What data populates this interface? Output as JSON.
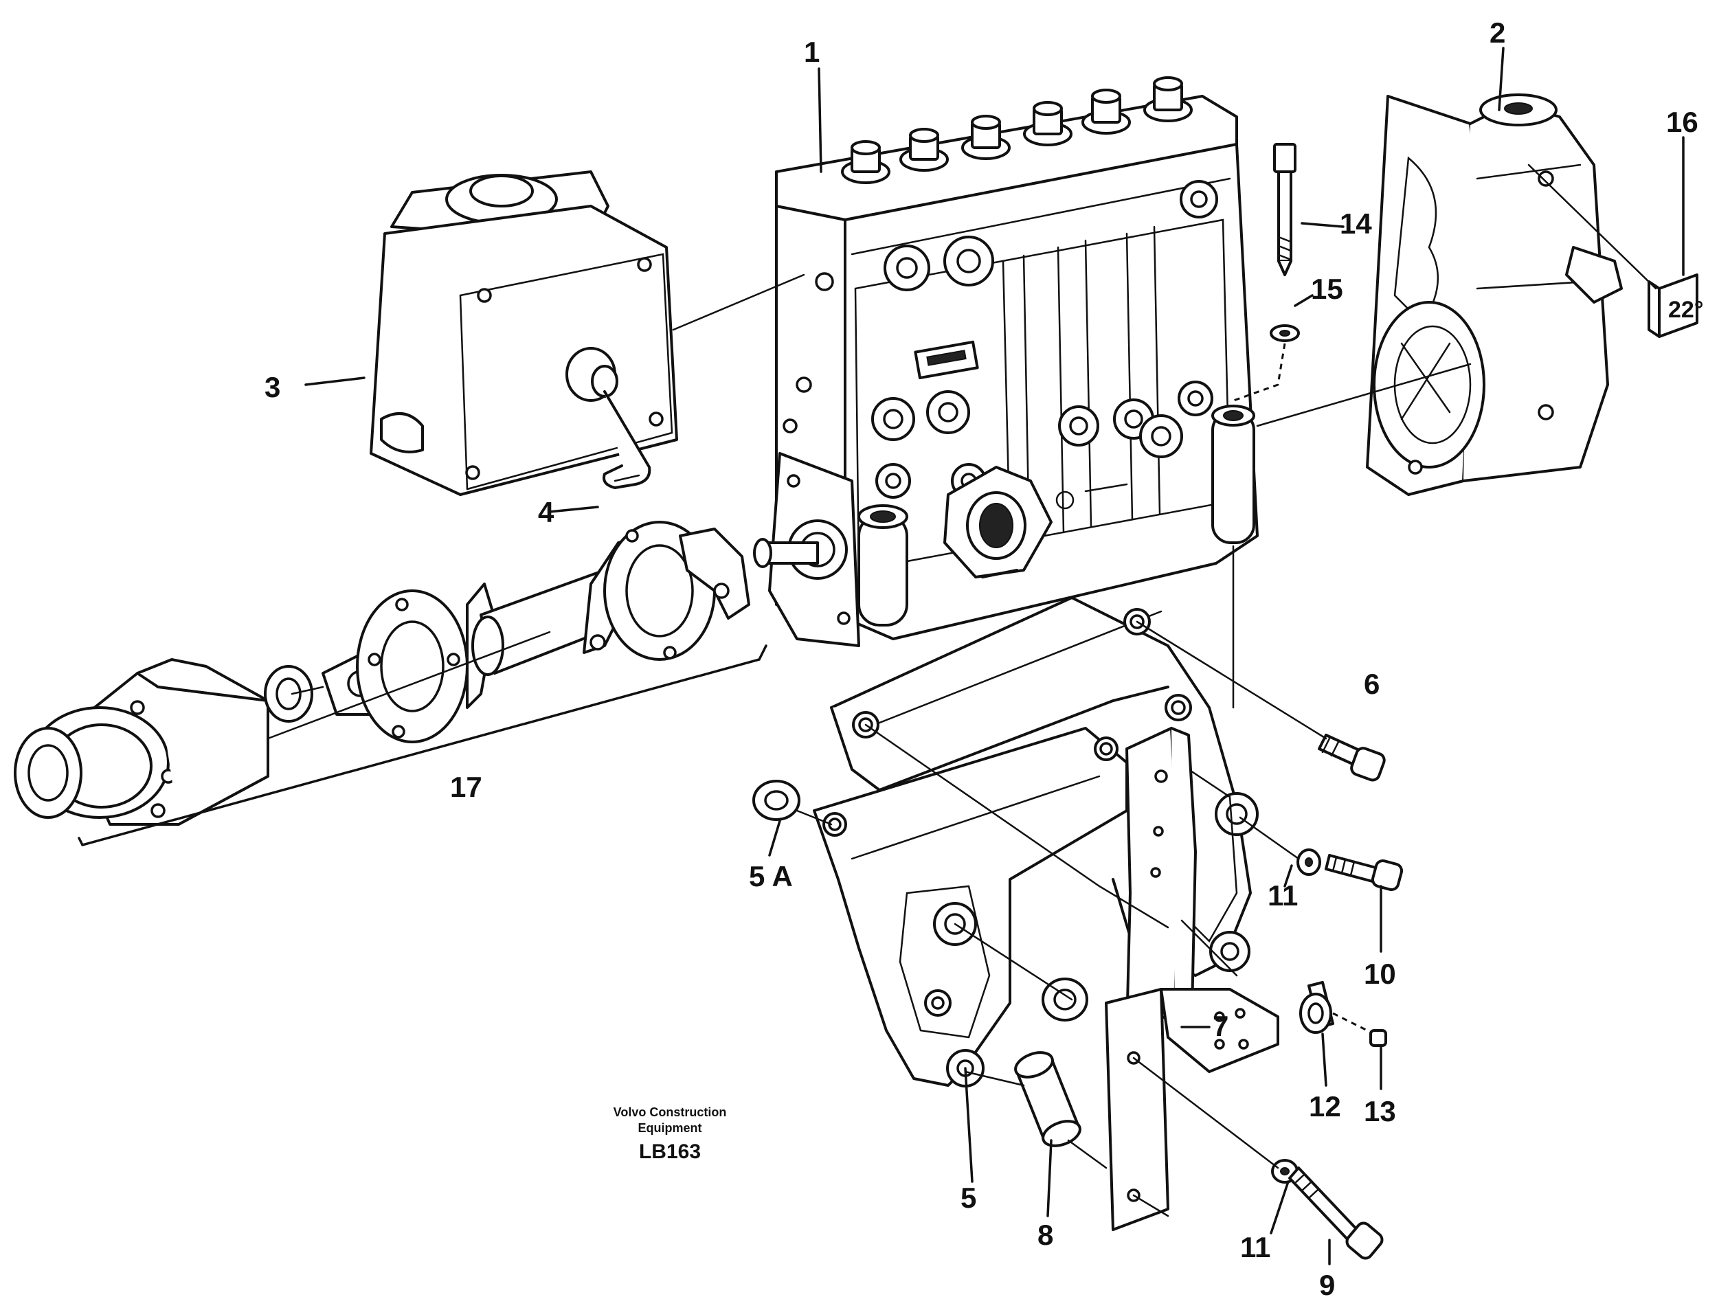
{
  "callouts": {
    "c1": "1",
    "c2": "2",
    "c3": "3",
    "c4": "4",
    "c5": "5",
    "c5a": "5 A",
    "c6": "6",
    "c7": "7",
    "c8": "8",
    "c9": "9",
    "c10": "10",
    "c11a": "11",
    "c11b": "11",
    "c12": "12",
    "c13": "13",
    "c14": "14",
    "c15": "15",
    "c16": "16",
    "c17": "17"
  },
  "tag_label": "22°",
  "publisher": {
    "line1": "Volvo Construction",
    "line2": "Equipment",
    "code": "LB163"
  }
}
